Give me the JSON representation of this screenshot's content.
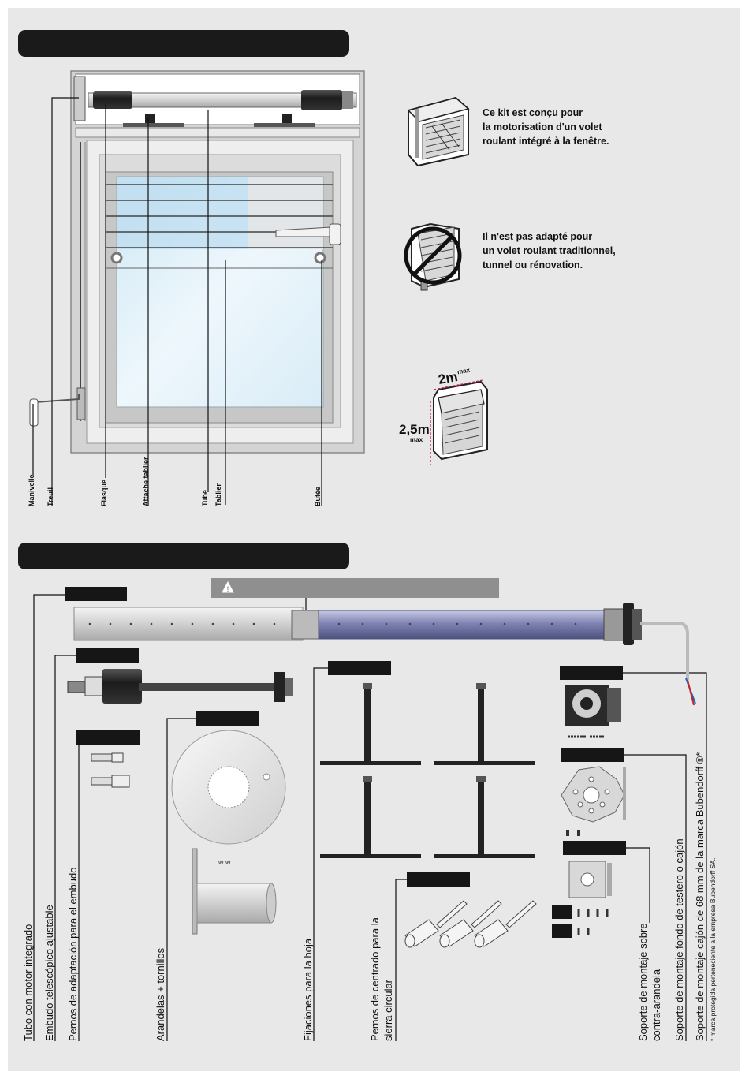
{
  "top_section": {
    "header_bar": "",
    "callouts": [
      "Manivelle",
      "Treuil",
      "Flasque",
      "Attache tablier",
      "Tube",
      "Tablier",
      "Butée"
    ],
    "info_adapted": [
      "Ce kit est conçu pour",
      "la motorisation d'un volet",
      "roulant intégré à la fenêtre."
    ],
    "info_not_adapted": [
      "Il n'est pas adapté pour",
      "un volet roulant traditionnel,",
      "tunnel ou rénovation."
    ],
    "dim_width": "2m",
    "dim_width_sub": "max",
    "dim_height": "2,5m",
    "dim_height_sub": "max"
  },
  "bottom_section": {
    "header_bar": "",
    "warning_bar": "",
    "parts": [
      "Tubo con motor integrado",
      "Embudo telescópico ajustable",
      "Pernos de adaptación para el embudo",
      "Arandelas + tornillos",
      "Fijaciones para la hoja",
      "Pernos de centrado para la",
      "sierra circular",
      "Soporte de montaje sobre",
      "contra-arandela",
      "Soporte de montaje fondo de testero o cajón",
      "Soporte de montaje cajón de 68 mm de la marca Bubendorff ®*"
    ],
    "footnote": "* marca protegida perteneciente a la empresa Bubendorff SA."
  },
  "colors": {
    "background": "#e8e8e8",
    "header_bar": "#1a1a1a",
    "warning_bar": "#8f8f8f",
    "glass": "#cfe6f3",
    "motor_tube": "#7f84b3"
  }
}
